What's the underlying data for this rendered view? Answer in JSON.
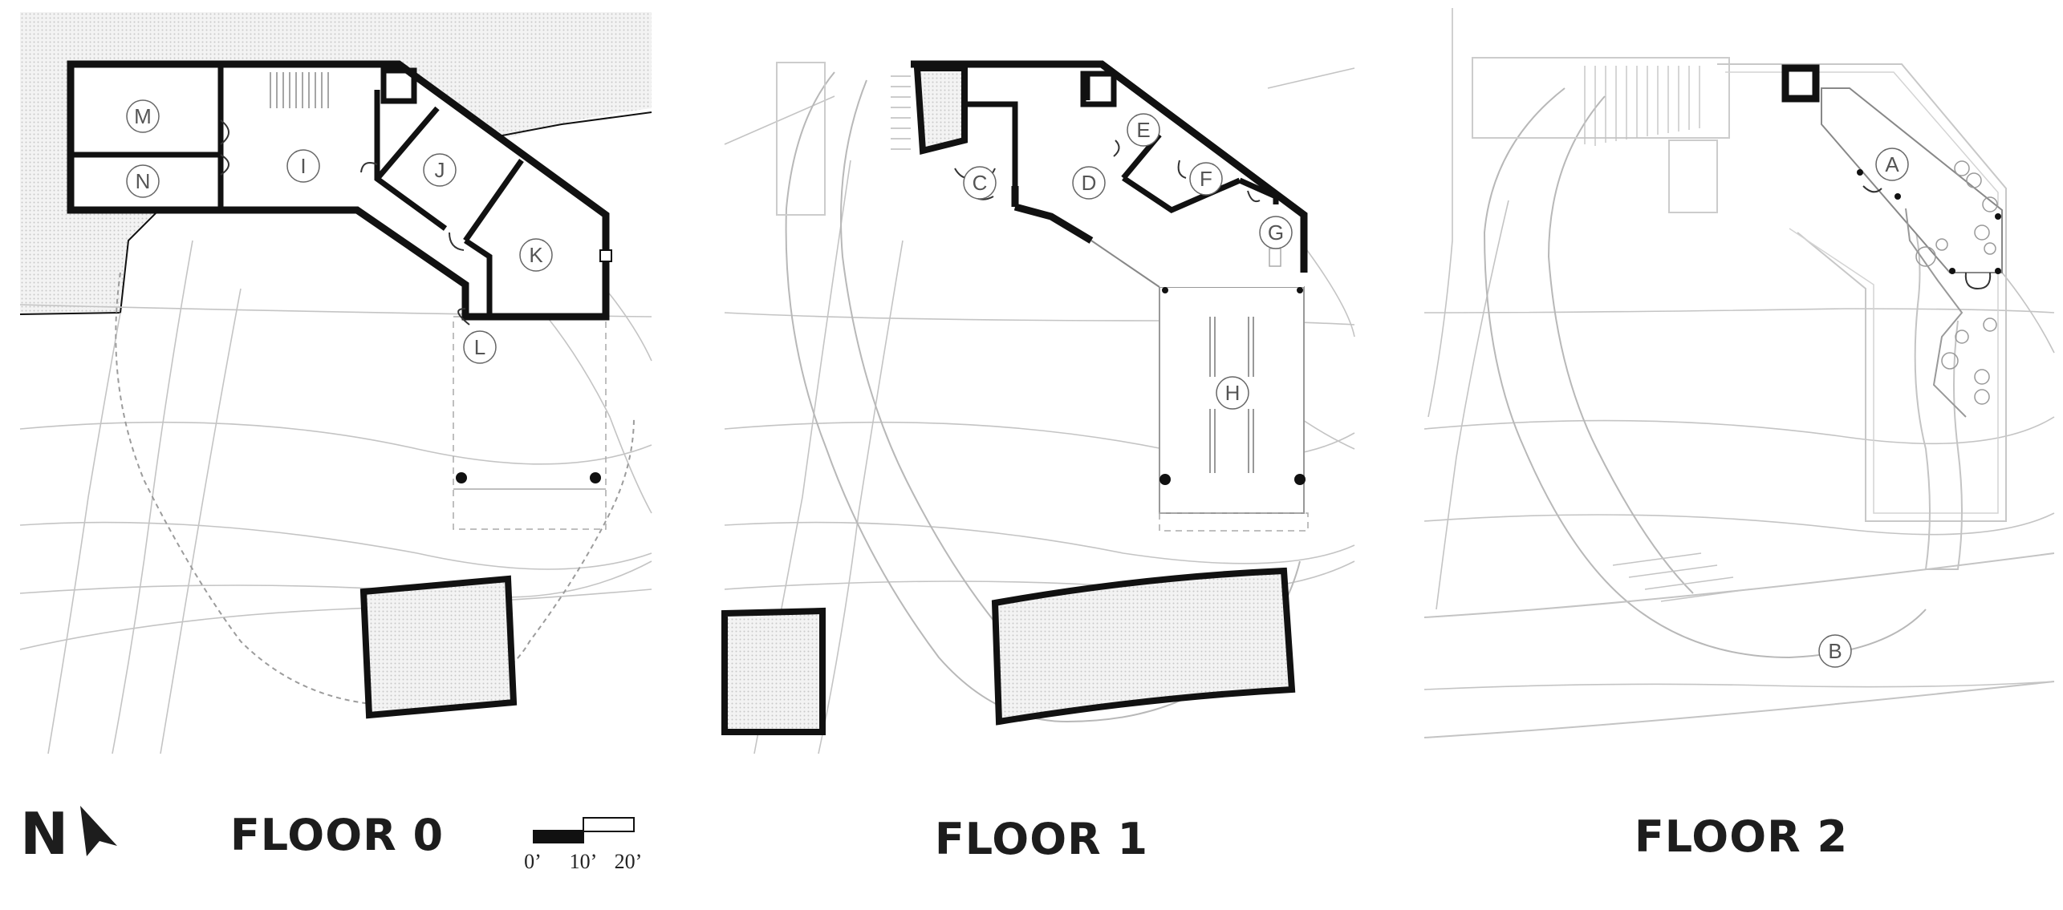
{
  "floors": [
    {
      "title": "FLOOR 0"
    },
    {
      "title": "FLOOR 1"
    },
    {
      "title": "FLOOR 2"
    }
  ],
  "rooms": {
    "floor0": [
      "M",
      "N",
      "I",
      "J",
      "K",
      "L"
    ],
    "floor1": [
      "C",
      "D",
      "E",
      "F",
      "G",
      "H"
    ],
    "floor2": [
      "A",
      "B"
    ]
  },
  "north": {
    "letter": "N",
    "icon": "north-arrow-icon"
  },
  "scale_bar": {
    "labels": [
      "0’",
      "10’",
      "20’"
    ]
  },
  "colors": {
    "wall": "#111111",
    "context_line": "#bfbfbf",
    "text": "#1d1d1d",
    "hatch": "#e6e6e6"
  }
}
